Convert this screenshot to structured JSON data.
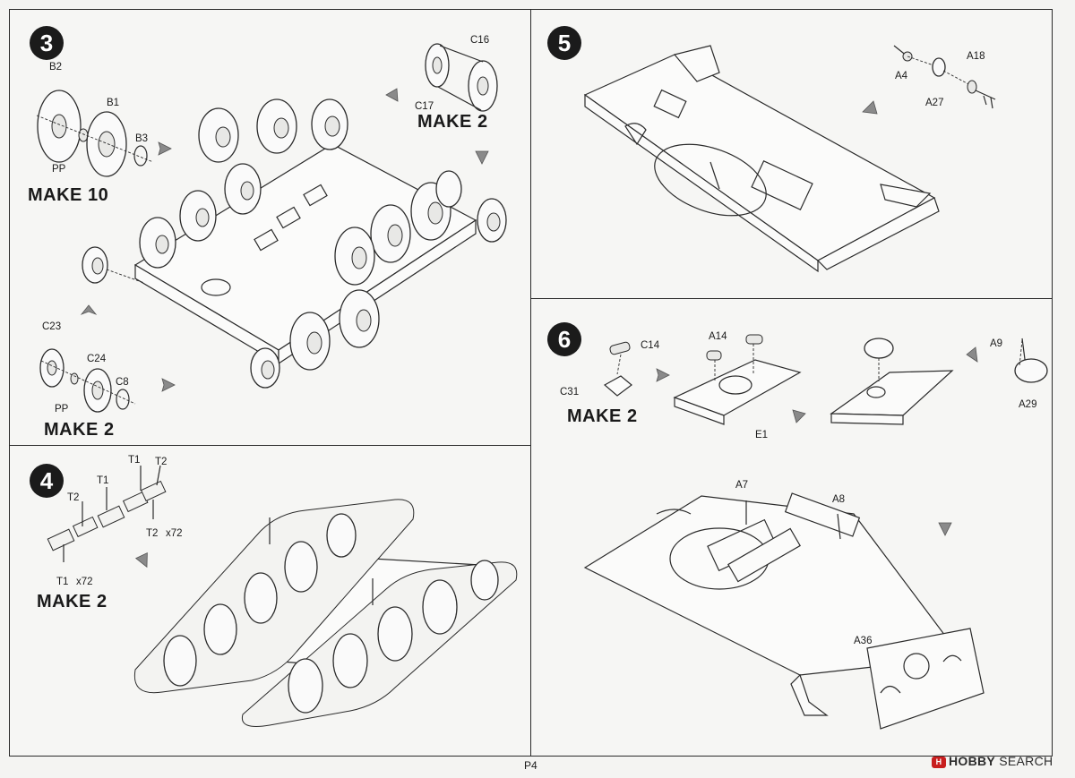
{
  "page": {
    "number": "P4"
  },
  "watermark": {
    "logo": "H",
    "brand": "HOBBY",
    "suffix": "SEARCH"
  },
  "step3": {
    "number": "3",
    "make_road_wheel": "MAKE 10",
    "make_idler": "MAKE 2",
    "make_drive": "MAKE 2",
    "labels": {
      "b2": "B2",
      "b1": "B1",
      "b3": "B3",
      "pp1": "PP",
      "c16": "C16",
      "c17": "C17",
      "c23": "C23",
      "c24": "C24",
      "c8": "C8",
      "pp2": "PP"
    }
  },
  "step4": {
    "number": "4",
    "make": "MAKE 2",
    "labels": {
      "t1a": "T1",
      "t2a": "T2",
      "t1b": "T1",
      "t2b": "T2",
      "t2c": "T2",
      "t2c_qty": "x72",
      "t1c": "T1",
      "t1c_qty": "x72"
    }
  },
  "step5": {
    "number": "5",
    "labels": {
      "a4": "A4",
      "a27": "A27",
      "a18": "A18"
    }
  },
  "step6": {
    "number": "6",
    "make": "MAKE 2",
    "labels": {
      "c14": "C14",
      "c31": "C31",
      "a14": "A14",
      "e1": "E1",
      "a9": "A9",
      "a29": "A29",
      "a7": "A7",
      "a8": "A8",
      "a36": "A36"
    }
  },
  "colors": {
    "ink": "#1b1b1b",
    "paper": "#f6f6f4",
    "arrow": "#8a8a8a",
    "brand_red": "#c81e1e"
  }
}
